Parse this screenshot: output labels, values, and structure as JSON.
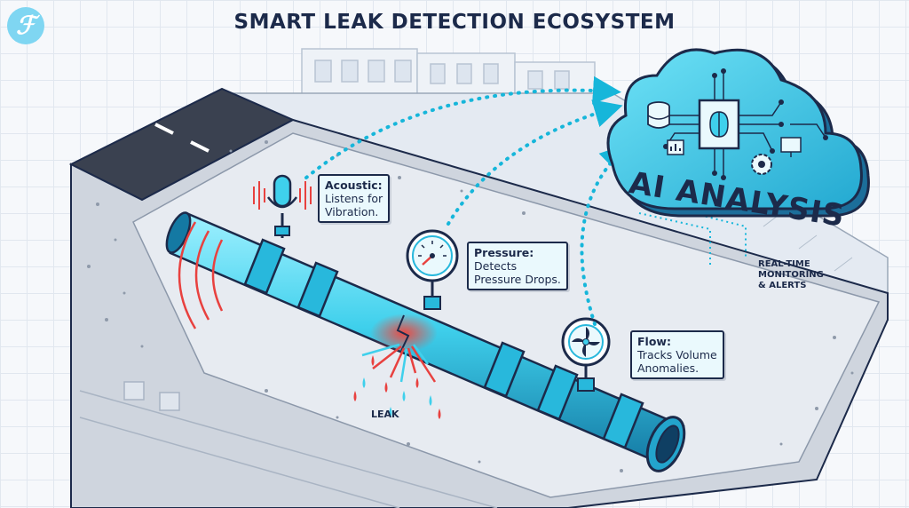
{
  "title": "SMART LEAK DETECTION ECOSYSTEM",
  "logo": {
    "glyph": "ℱ"
  },
  "sensors": {
    "acoustic": {
      "heading": "Acoustic:",
      "body": "Listens for\nVibration."
    },
    "pressure": {
      "heading": "Pressure:",
      "body": "Detects\nPressure Drops."
    },
    "flow": {
      "heading": "Flow:",
      "body": "Tracks Volume\nAnomalies."
    }
  },
  "cloud": {
    "title": "AI ANALYSIS",
    "subtitle": "REAL-TIME\nMONITORING\n& ALERTS"
  },
  "leak": {
    "label": "LEAK"
  },
  "colors": {
    "navy": "#1c2a4a",
    "cyan": "#3fd0ec",
    "deep_cyan": "#1a9fc4",
    "leak_red": "#e8413f",
    "soil": "#c9cfd8",
    "road": "#3a4150"
  }
}
